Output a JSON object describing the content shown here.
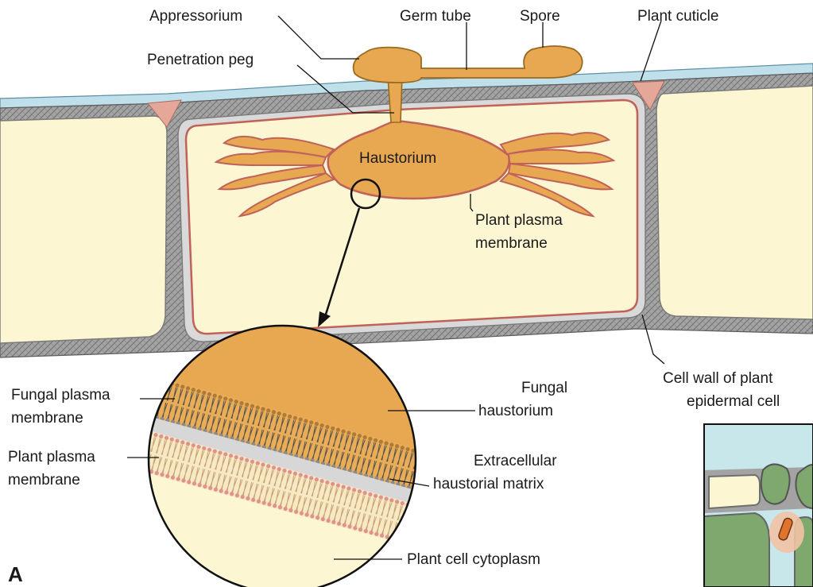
{
  "panel_letter": "A",
  "labels": {
    "appressorium": "Appressorium",
    "germ_tube": "Germ tube",
    "spore": "Spore",
    "plant_cuticle": "Plant cuticle",
    "penetration_peg": "Penetration peg",
    "haustorium": "Haustorium",
    "plant_plasma_membrane_1": "Plant plasma",
    "plant_plasma_membrane_2": "membrane",
    "cell_wall_1": "Cell wall of plant",
    "cell_wall_2": "epidermal cell",
    "fungal_pm_1": "Fungal plasma",
    "fungal_pm_2": "membrane",
    "plant_pm_inset_1": "Plant plasma",
    "plant_pm_inset_2": "membrane",
    "fungal_haustorium_1": "Fungal",
    "fungal_haustorium_2": "haustorium",
    "matrix_1": "Extracellular",
    "matrix_2": "haustorial matrix",
    "cytoplasm": "Plant cell cytoplasm"
  },
  "colors": {
    "fungus": "#e8a852",
    "fungus_stroke": "#9a6a20",
    "cytoplasm": "#fcf6d2",
    "cell_wall": "#9a9a9a",
    "cuticle": "#bfe0ea",
    "membrane": "#c0625a",
    "corner_wedge": "#e5a898"
  }
}
